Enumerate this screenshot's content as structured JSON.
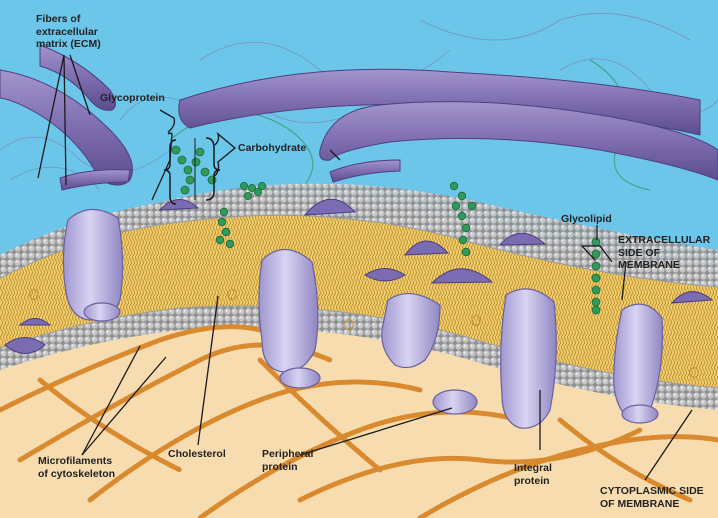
{
  "labels": {
    "ecm": [
      "Fibers of",
      "extracellular",
      "matrix (ECM)"
    ],
    "glycoprotein": "Glycoprotein",
    "carbohydrate": "Carbohydrate",
    "glycolipid": "Glycolipid",
    "extracellular_side": [
      "EXTRACELLULAR",
      "SIDE OF",
      "MEMBRANE"
    ],
    "microfilaments": [
      "Microfilaments",
      "of cytoskeleton"
    ],
    "cholesterol": "Cholesterol",
    "peripheral": [
      "Peripheral",
      "protein"
    ],
    "integral": [
      "Integral",
      "protein"
    ],
    "cytoplasmic_side": [
      "CYTOPLASMIC SIDE",
      "OF MEMBRANE"
    ]
  },
  "colors": {
    "extracellular": "#6cc6ea",
    "cytoplasm": "#f7dcb0",
    "ecm_fiber": "#8b7bb8",
    "protein": "#c7c0e6",
    "phospholipid_head": "#a9abad",
    "lipid_tails": "#e9c25e",
    "carbohydrate": "#2f9a5a",
    "microfilament": "#d98a2e"
  }
}
